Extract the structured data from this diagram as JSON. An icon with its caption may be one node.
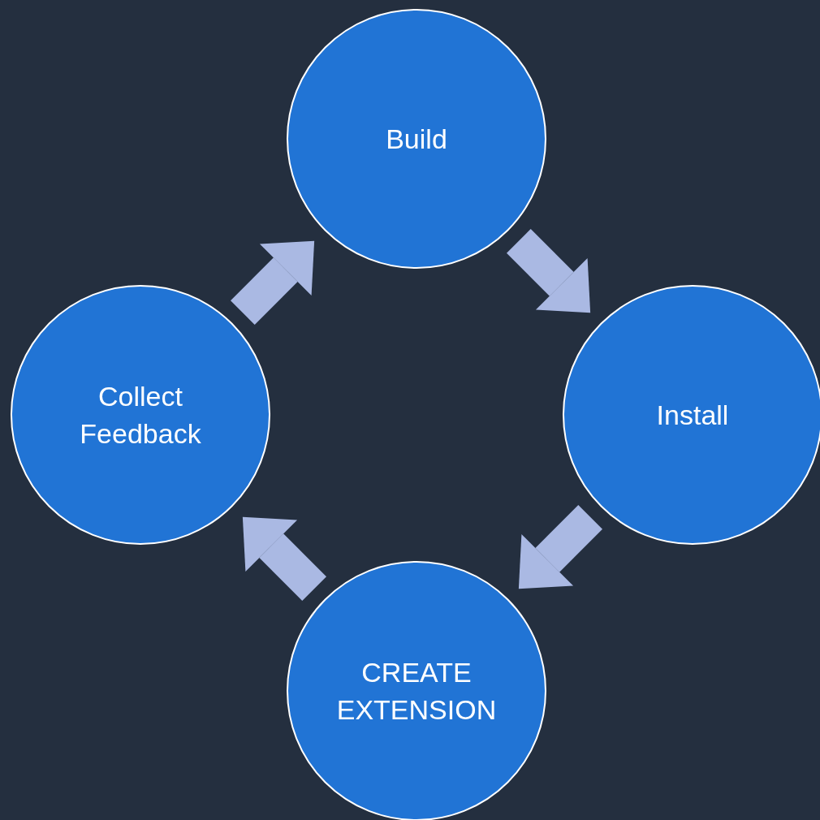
{
  "diagram": {
    "nodes": [
      {
        "text": [
          "Build"
        ]
      },
      {
        "text": [
          "Install"
        ]
      },
      {
        "text": [
          "CREATE EXTENSION"
        ]
      },
      {
        "text": [
          "Collect Feedback"
        ]
      }
    ],
    "edges": [
      {
        "from": 0,
        "to": 1,
        "arrow": "to"
      },
      {
        "from": 1,
        "to": 2,
        "arrow": "to"
      },
      {
        "from": 2,
        "to": 3,
        "arrow": "to"
      },
      {
        "from": 3,
        "to": 0,
        "arrow": "to"
      }
    ]
  }
}
